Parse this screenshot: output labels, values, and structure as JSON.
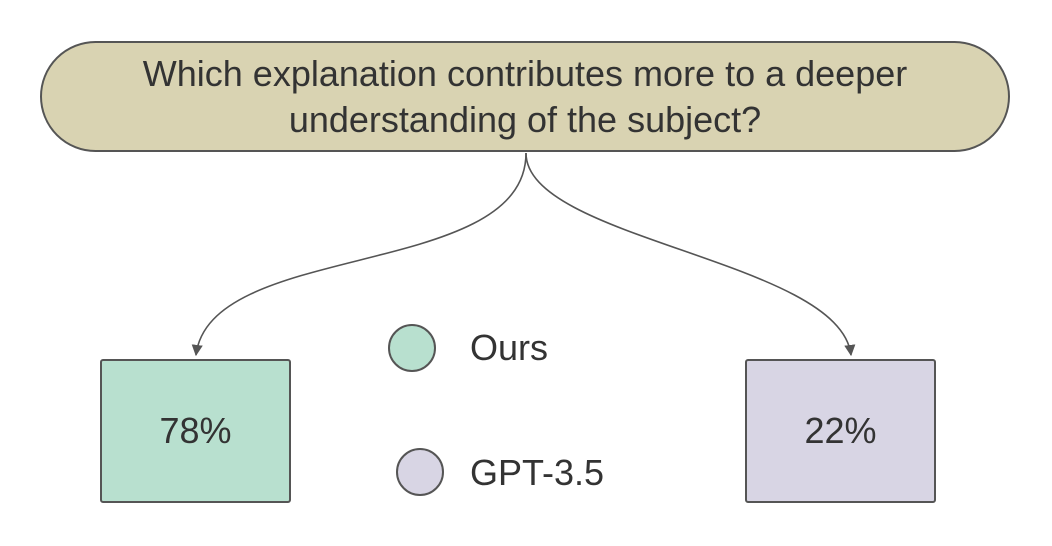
{
  "question": {
    "text": "Which explanation contributes more to a deeper understanding of the subject?",
    "fill_color": "#d9d3b2"
  },
  "results": [
    {
      "label": "78%",
      "series": "Ours",
      "value": 78,
      "color": "#b8e0cf"
    },
    {
      "label": "22%",
      "series": "GPT-3.5",
      "value": 22,
      "color": "#d8d5e4"
    }
  ],
  "legend": [
    {
      "label": "Ours",
      "color": "#b8e0cf"
    },
    {
      "label": "GPT-3.5",
      "color": "#d8d5e4"
    }
  ],
  "colors": {
    "outline": "#555555",
    "text": "#333333"
  }
}
